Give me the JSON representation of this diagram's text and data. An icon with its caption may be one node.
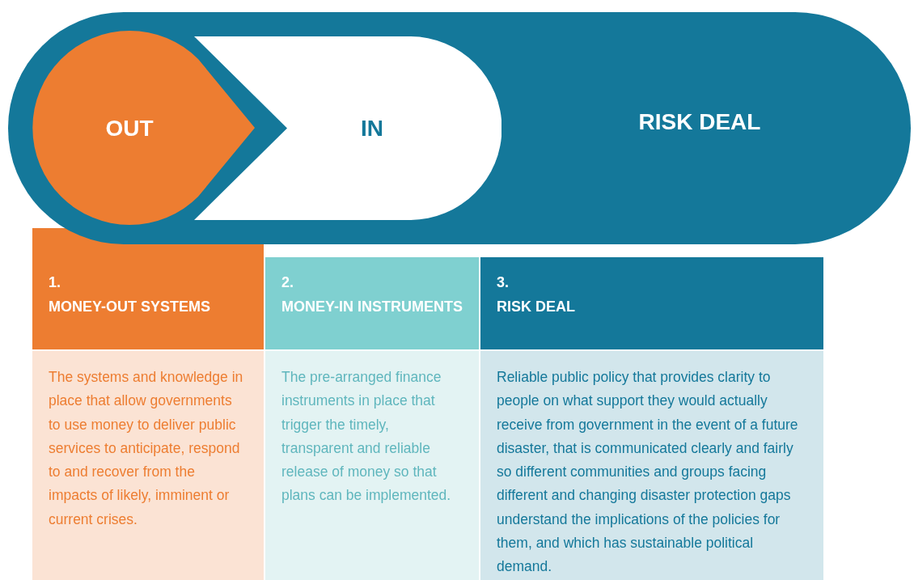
{
  "diagram": {
    "nodes": [
      {
        "text": [
          "RISK DEAL"
        ]
      },
      {
        "text": [
          "IN"
        ],
        "in": 0
      },
      {
        "text": [
          "OUT"
        ],
        "in": 0
      }
    ],
    "labels": [
      "1.",
      "MONEY-OUT SYSTEMS",
      "2.",
      "MONEY-IN INSTRUMENTS",
      "3.",
      "RISK DEAL",
      "The systems and knowledge in place that allow governments to use money to deliver public services to anticipate, respond to and recover from the impacts of likely, imminent or current crises.",
      "The pre-arranged finance instruments in place that trigger the timely, transparent and reliable release of money so that plans can be implemented.",
      "Reliable public policy that provides clarity to people on what support they would actually receive from government in the event of a future disaster, that is communicated clearly and fairly so different communities and groups facing different and changing disaster protection gaps understand the implications of the policies for them, and which has sustainable political demand."
    ]
  }
}
